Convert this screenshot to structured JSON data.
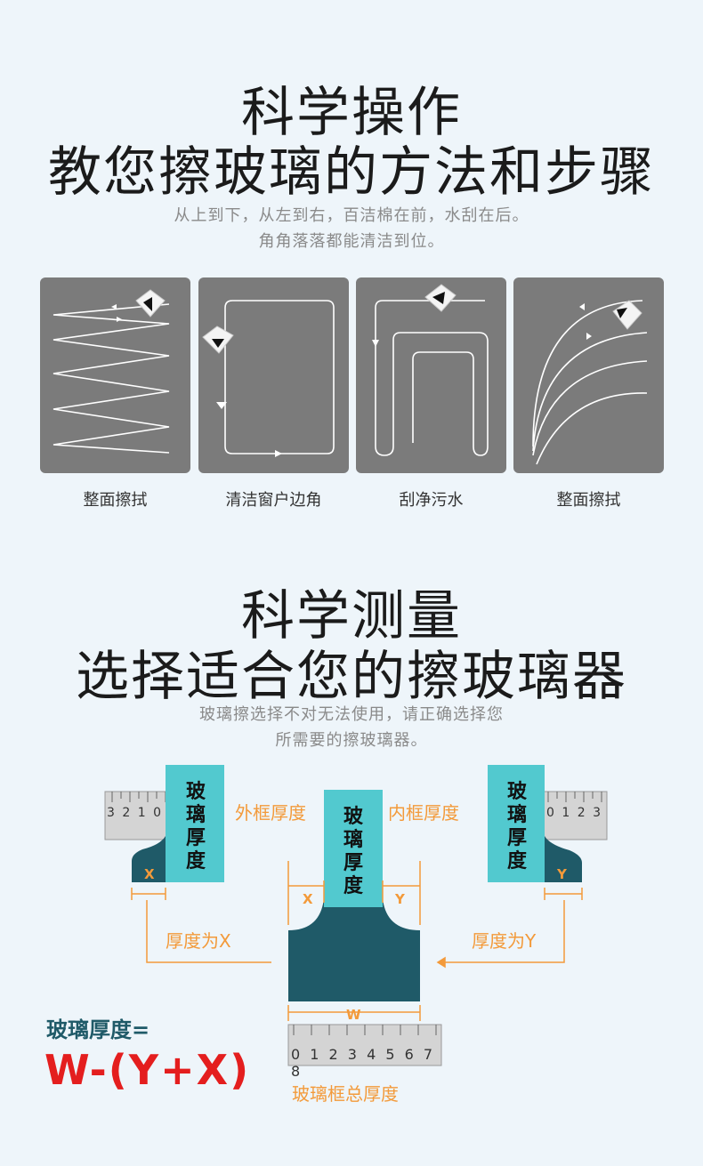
{
  "section1": {
    "title_line1": "科学操作",
    "title_line2": "教您擦玻璃的方法和步骤",
    "subtitle_line1": "从上到下，从左到右，百洁棉在前，水刮在后。",
    "subtitle_line2": "角角落落都能清洁到位。",
    "steps": [
      {
        "label": "整面擦拭",
        "icon": "zigzag-path-icon"
      },
      {
        "label": "清洁窗户边角",
        "icon": "border-path-icon"
      },
      {
        "label": "刮净污水",
        "icon": "serpentine-path-icon"
      },
      {
        "label": "整面擦拭",
        "icon": "arc-path-icon"
      }
    ]
  },
  "section2": {
    "title_line1": "科学测量",
    "title_line2": "选择适合您的擦玻璃器",
    "subtitle_line1": "玻璃擦选择不对无法使用，请正确选择您",
    "subtitle_line2": "所需要的擦玻璃器。",
    "glass_label": "玻璃厚度",
    "outer_frame_label": "外框厚度",
    "inner_frame_label": "内框厚度",
    "x_label": "X",
    "y_label": "Y",
    "w_label": "W",
    "thickness_x": "厚度为X",
    "thickness_y": "厚度为Y",
    "total_label": "玻璃框总厚度",
    "formula_label": "玻璃厚度=",
    "formula": "W-(Y+X)",
    "ruler_left_digits": "3 2 1 0",
    "ruler_right_digits": "0 1 2 3",
    "ruler_bottom_digits": "0 1 2 3 4 5 6 7 8"
  },
  "colors": {
    "cyan": "#52c9cf",
    "teal_dark": "#1f5a68",
    "orange": "#f39a3a",
    "red": "#e41e1e",
    "panel_gray": "#7b7b7b"
  }
}
